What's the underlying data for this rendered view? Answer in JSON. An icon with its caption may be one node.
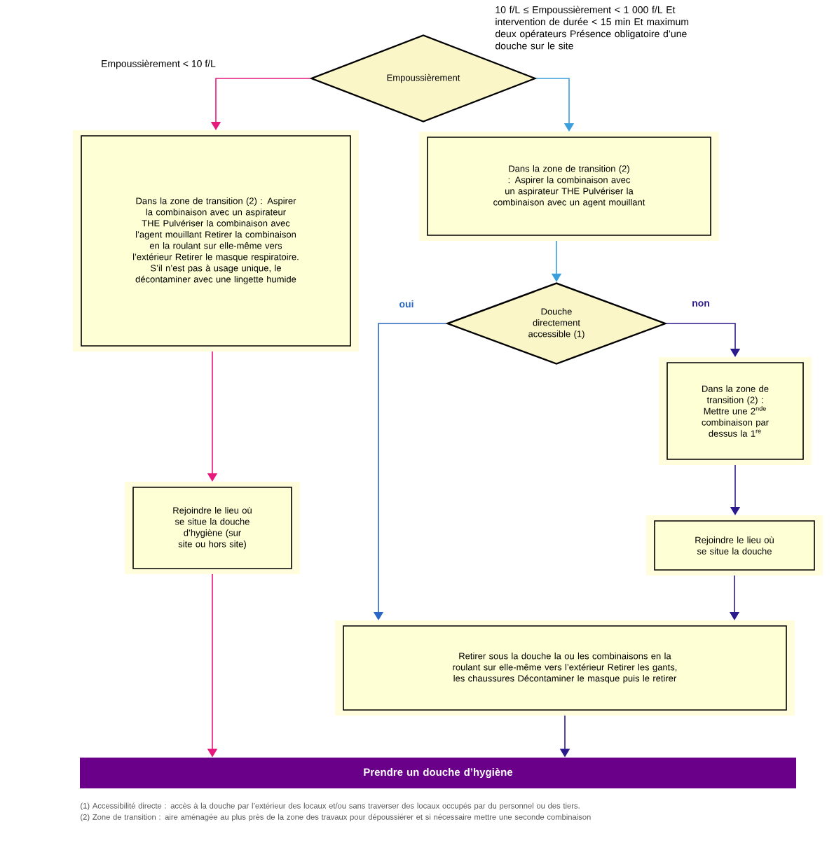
{
  "diagram": {
    "nodes": [
      {
        "text": [
          "Empoussièrement"
        ]
      },
      {
        "text": [
          "Dans la zone de transition (2) : Aspirer la combinaison avec un aspirateur THE Pulvériser la combinaison avec l’agent mouillant Retirer la combinaison en la roulant sur elle-même vers l’extérieur Retirer le masque respiratoire. S’il n’est pas à usage unique, le décontaminer avec une lingette humide"
        ]
      },
      {
        "text": [
          "Dans la zone de transition (2) : Aspirer la combinaison avec un aspirateur THE Pulvériser la combinaison avec un agent mouillant"
        ]
      },
      {
        "text": [
          "Douche directement accessible (1)"
        ]
      },
      {
        "text": [
          "Dans la zone de transition (2) : Mettre une 2$^{nde}$ combinaison par dessus la 1$^{re}$"
        ]
      },
      {
        "text": [
          "Rejoindre le lieu où se situe la douche"
        ]
      },
      {
        "text": [
          "Rejoindre le lieu où se situe la douche d’hygiène (sur site ou hors site)"
        ]
      },
      {
        "text": [
          "Retirer sous la douche la ou les combinaisons en la roulant sur elle-même vers l’extérieur Retirer les gants, les chaussures Décontaminer le masque puis le retirer"
        ]
      },
      {
        "text": [
          "Prendre un douche d’hygiène"
        ]
      }
    ],
    "edges": [
      {
        "from": 0,
        "to": 1,
        "arrow": "to",
        "label": "Empoussièrement < 10 f/L",
        "color": "#e6197d"
      },
      {
        "from": 0,
        "to": 2,
        "arrow": "to",
        "label": "10 f/L ≤ Empoussièrement < 1 000 f/L Et intervention de durée < 15 min Et maximum deux opérateurs Présence obligatoire d’une douche sur le site",
        "color": "#3a9fdc"
      },
      {
        "from": 1,
        "to": 6,
        "arrow": "to",
        "color": "#e6197d"
      },
      {
        "from": 2,
        "to": 3,
        "arrow": "to",
        "color": "#3a9fdc"
      },
      {
        "from": 3,
        "to": 7,
        "arrow": "to",
        "label": "oui",
        "color": "#2a66c4"
      },
      {
        "from": 3,
        "to": 4,
        "arrow": "to",
        "label": "non",
        "color": "#2b1a8c"
      },
      {
        "from": 4,
        "to": 5,
        "arrow": "to",
        "color": "#2b1a8c"
      },
      {
        "from": 5,
        "to": 7,
        "arrow": "to",
        "color": "#2b1a8c"
      },
      {
        "from": 6,
        "to": 8,
        "arrow": "to",
        "color": "#e6197d"
      },
      {
        "from": 7,
        "to": 8,
        "arrow": "to",
        "color": "#2b1a8c"
      }
    ],
    "labels": [
      "(1) Accessibilité directe : accès à la douche par l’extérieur des locaux et/ou sans traverser des locaux occupés par du personnel ou des tiers.",
      "(2) Zone de transition : aire aménagée au plus près de la zone des travaux pour dépoussiérer et si nécessaire mettre une seconde combinaison"
    ]
  }
}
